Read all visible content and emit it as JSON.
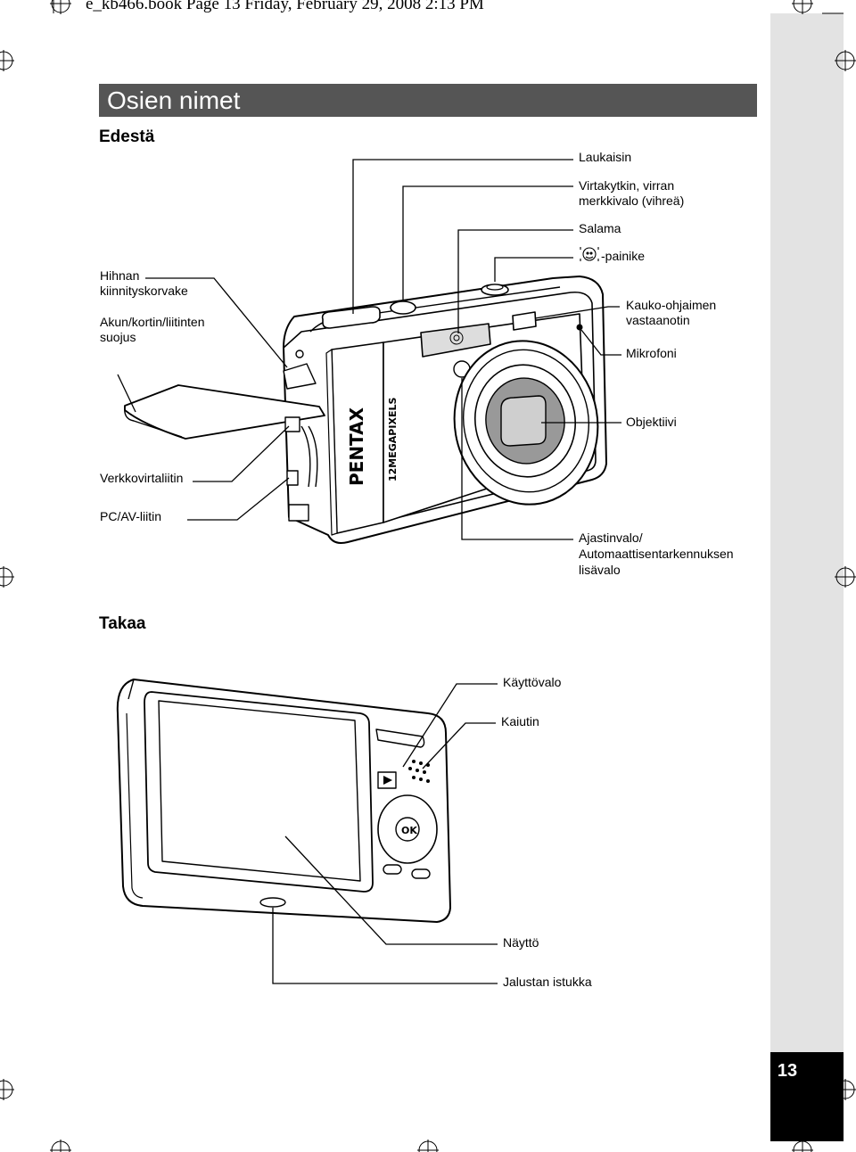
{
  "running_header": "e_kb466.book  Page 13  Friday, February 29, 2008  2:13 PM",
  "title": "Osien nimet",
  "front": {
    "heading": "Edestä",
    "brand": "PENTAX",
    "model_text": "12MEGAPIXELS",
    "labels": {
      "shutter": "Laukaisin",
      "power_1": "Virtakytkin, virran",
      "power_2": "merkkivalo (vihreä)",
      "flash": "Salama",
      "face_button": "-painike",
      "remote_1": "Kauko-ohjaimen",
      "remote_2": "vastaanotin",
      "mic": "Mikrofoni",
      "lens": "Objektiivi",
      "strap_1": "Hihnan",
      "strap_2": "kiinnityskorvake",
      "cover_1": "Akun/kortin/liitinten",
      "cover_2": "suojus",
      "dc": "Verkkovirtaliitin",
      "pcav": "PC/AV-liitin",
      "timer_1": "Ajastinvalo/",
      "timer_2": "Automaattisentarkennuksen",
      "timer_3": "lisävalo"
    }
  },
  "back": {
    "heading": "Takaa",
    "labels": {
      "indicator": "Käyttövalo",
      "speaker": "Kaiutin",
      "display": "Näyttö",
      "tripod": "Jalustan istukka"
    },
    "ok_text": "OK"
  },
  "page_number": "13"
}
